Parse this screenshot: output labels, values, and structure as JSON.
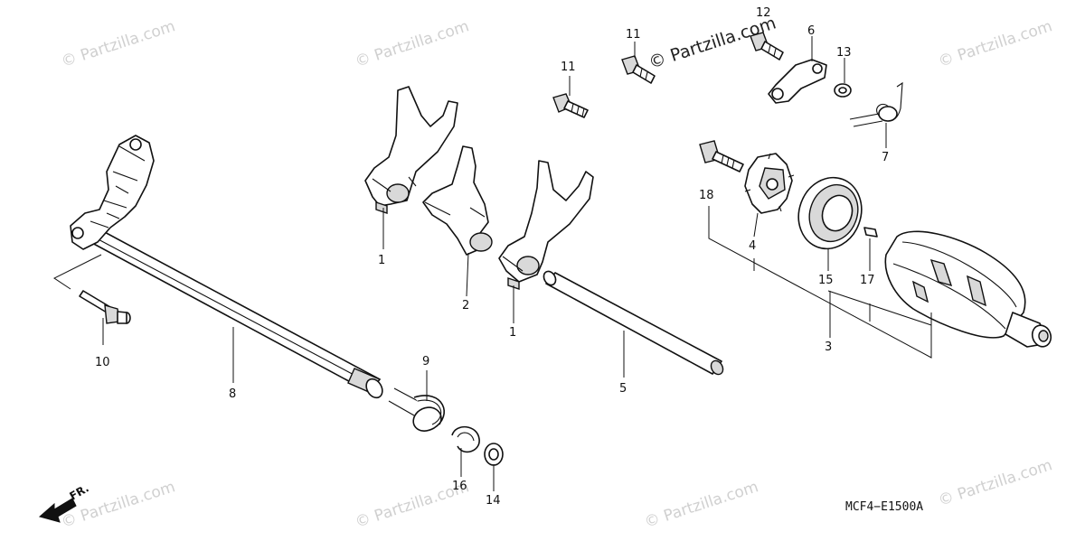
{
  "watermark": {
    "text": "© Partzilla.com"
  },
  "diagram_code": "MCF4−E1500A",
  "direction_label": "FR.",
  "callouts": [
    {
      "num": "1"
    },
    {
      "num": "2"
    },
    {
      "num": "1"
    },
    {
      "num": "3"
    },
    {
      "num": "4"
    },
    {
      "num": "5"
    },
    {
      "num": "6"
    },
    {
      "num": "7"
    },
    {
      "num": "8"
    },
    {
      "num": "9"
    },
    {
      "num": "10"
    },
    {
      "num": "11"
    },
    {
      "num": "11"
    },
    {
      "num": "12"
    },
    {
      "num": "13"
    },
    {
      "num": "14"
    },
    {
      "num": "15"
    },
    {
      "num": "16"
    },
    {
      "num": "17"
    },
    {
      "num": "18"
    }
  ]
}
